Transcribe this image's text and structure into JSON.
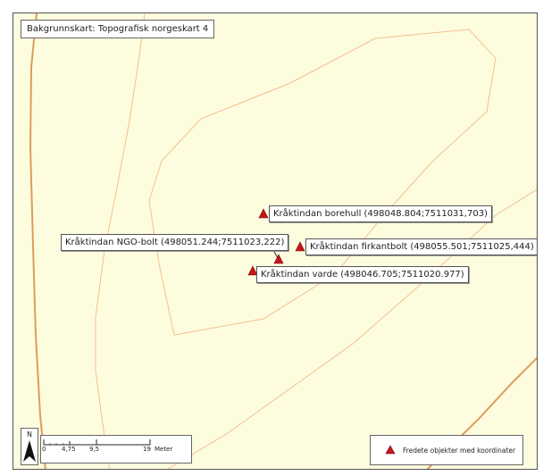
{
  "background_map": {
    "title": "Bakgrunnskart: Topografisk norgeskart  4"
  },
  "colors": {
    "map_background": "#fdfcdf",
    "contour_thin": "#f2c18e",
    "contour_index": "#de9d5a",
    "marker": "#c8141c"
  },
  "features": [
    {
      "id": "borehull",
      "label": "Kråktindan borehull (498048.804;7511031,703)",
      "icon": "triangle-icon"
    },
    {
      "id": "ngo-bolt",
      "label": "Kråktindan NGO-bolt (498051.244;7511023,222)",
      "icon": "triangle-icon"
    },
    {
      "id": "firkantbolt",
      "label": "Kråktindan firkantbolt (498055.501;7511025,444)",
      "icon": "triangle-icon"
    },
    {
      "id": "varde",
      "label": "Kråktindan varde (498046.705;7511020.977)",
      "icon": "triangle-icon"
    }
  ],
  "north_arrow": {
    "letter": "N",
    "icon": "north-arrow-icon"
  },
  "scale_bar": {
    "ticks": [
      "0",
      "4,75",
      "9,5",
      "19"
    ],
    "unit": "Meter"
  },
  "legend": {
    "label": "Fredete objekter med koordinater",
    "icon": "triangle-icon"
  }
}
